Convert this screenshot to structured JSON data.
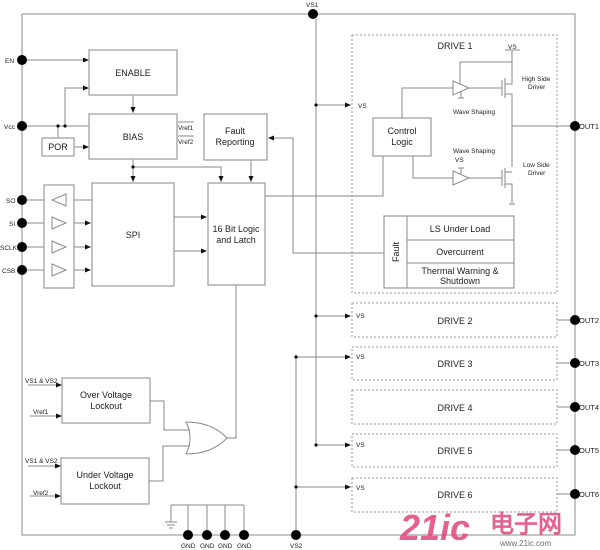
{
  "pins": {
    "vs1": "VS1",
    "en": "EN",
    "vcc": "Vcc",
    "so": "SO",
    "si": "SI",
    "sclk": "SCLK",
    "csb": "CSB",
    "out": [
      "OUT1",
      "OUT2",
      "OUT3",
      "OUT4",
      "OUT5",
      "OUT6"
    ],
    "gnd": [
      "GND",
      "GND",
      "GND",
      "GND"
    ],
    "vs2": "VS2"
  },
  "blocks": {
    "enable": "ENABLE",
    "bias": "BIAS",
    "vref1": "Vref1",
    "vref2": "Vref2",
    "por": "POR",
    "fault_reporting": [
      "Fault",
      "Reporting"
    ],
    "spi": "SPI",
    "logic": [
      "16 Bit Logic",
      "and Latch"
    ],
    "ovl": [
      "Over Voltage",
      "Lockout"
    ],
    "uvl": [
      "Under Voltage",
      "Lockout"
    ],
    "ovl_in1": "VS1 & VS2",
    "ovl_in2": "Vref1",
    "uvl_in1": "VS1 & VS2",
    "uvl_in2": "Vref2"
  },
  "drive1": {
    "title": "DRIVE 1",
    "vs_in": "VS",
    "vs_top": "VS",
    "control": [
      "Control",
      "Logic"
    ],
    "wave_shaping_top": "Wave Shaping",
    "wave_shaping_bottom": "Wave Shaping",
    "vs_low": "VS",
    "high_side": [
      "High Side",
      "Driver"
    ],
    "low_side": [
      "Low Side",
      "Driver"
    ],
    "fault_label": "Fault",
    "faults": [
      "LS Under Load",
      "Overcurrent",
      "Thermal Warning &",
      "Shutdown"
    ]
  },
  "drives": [
    {
      "title": "DRIVE 2",
      "vs": "VS"
    },
    {
      "title": "DRIVE 3",
      "vs": "VS"
    },
    {
      "title": "DRIVE 4",
      "vs": ""
    },
    {
      "title": "DRIVE 5",
      "vs": "VS"
    },
    {
      "title": "DRIVE 6",
      "vs": "VS"
    }
  ],
  "watermark": {
    "logo": "21ic",
    "cn": "电子网",
    "url": "www.21ic.com",
    "color": "#e0457b"
  }
}
